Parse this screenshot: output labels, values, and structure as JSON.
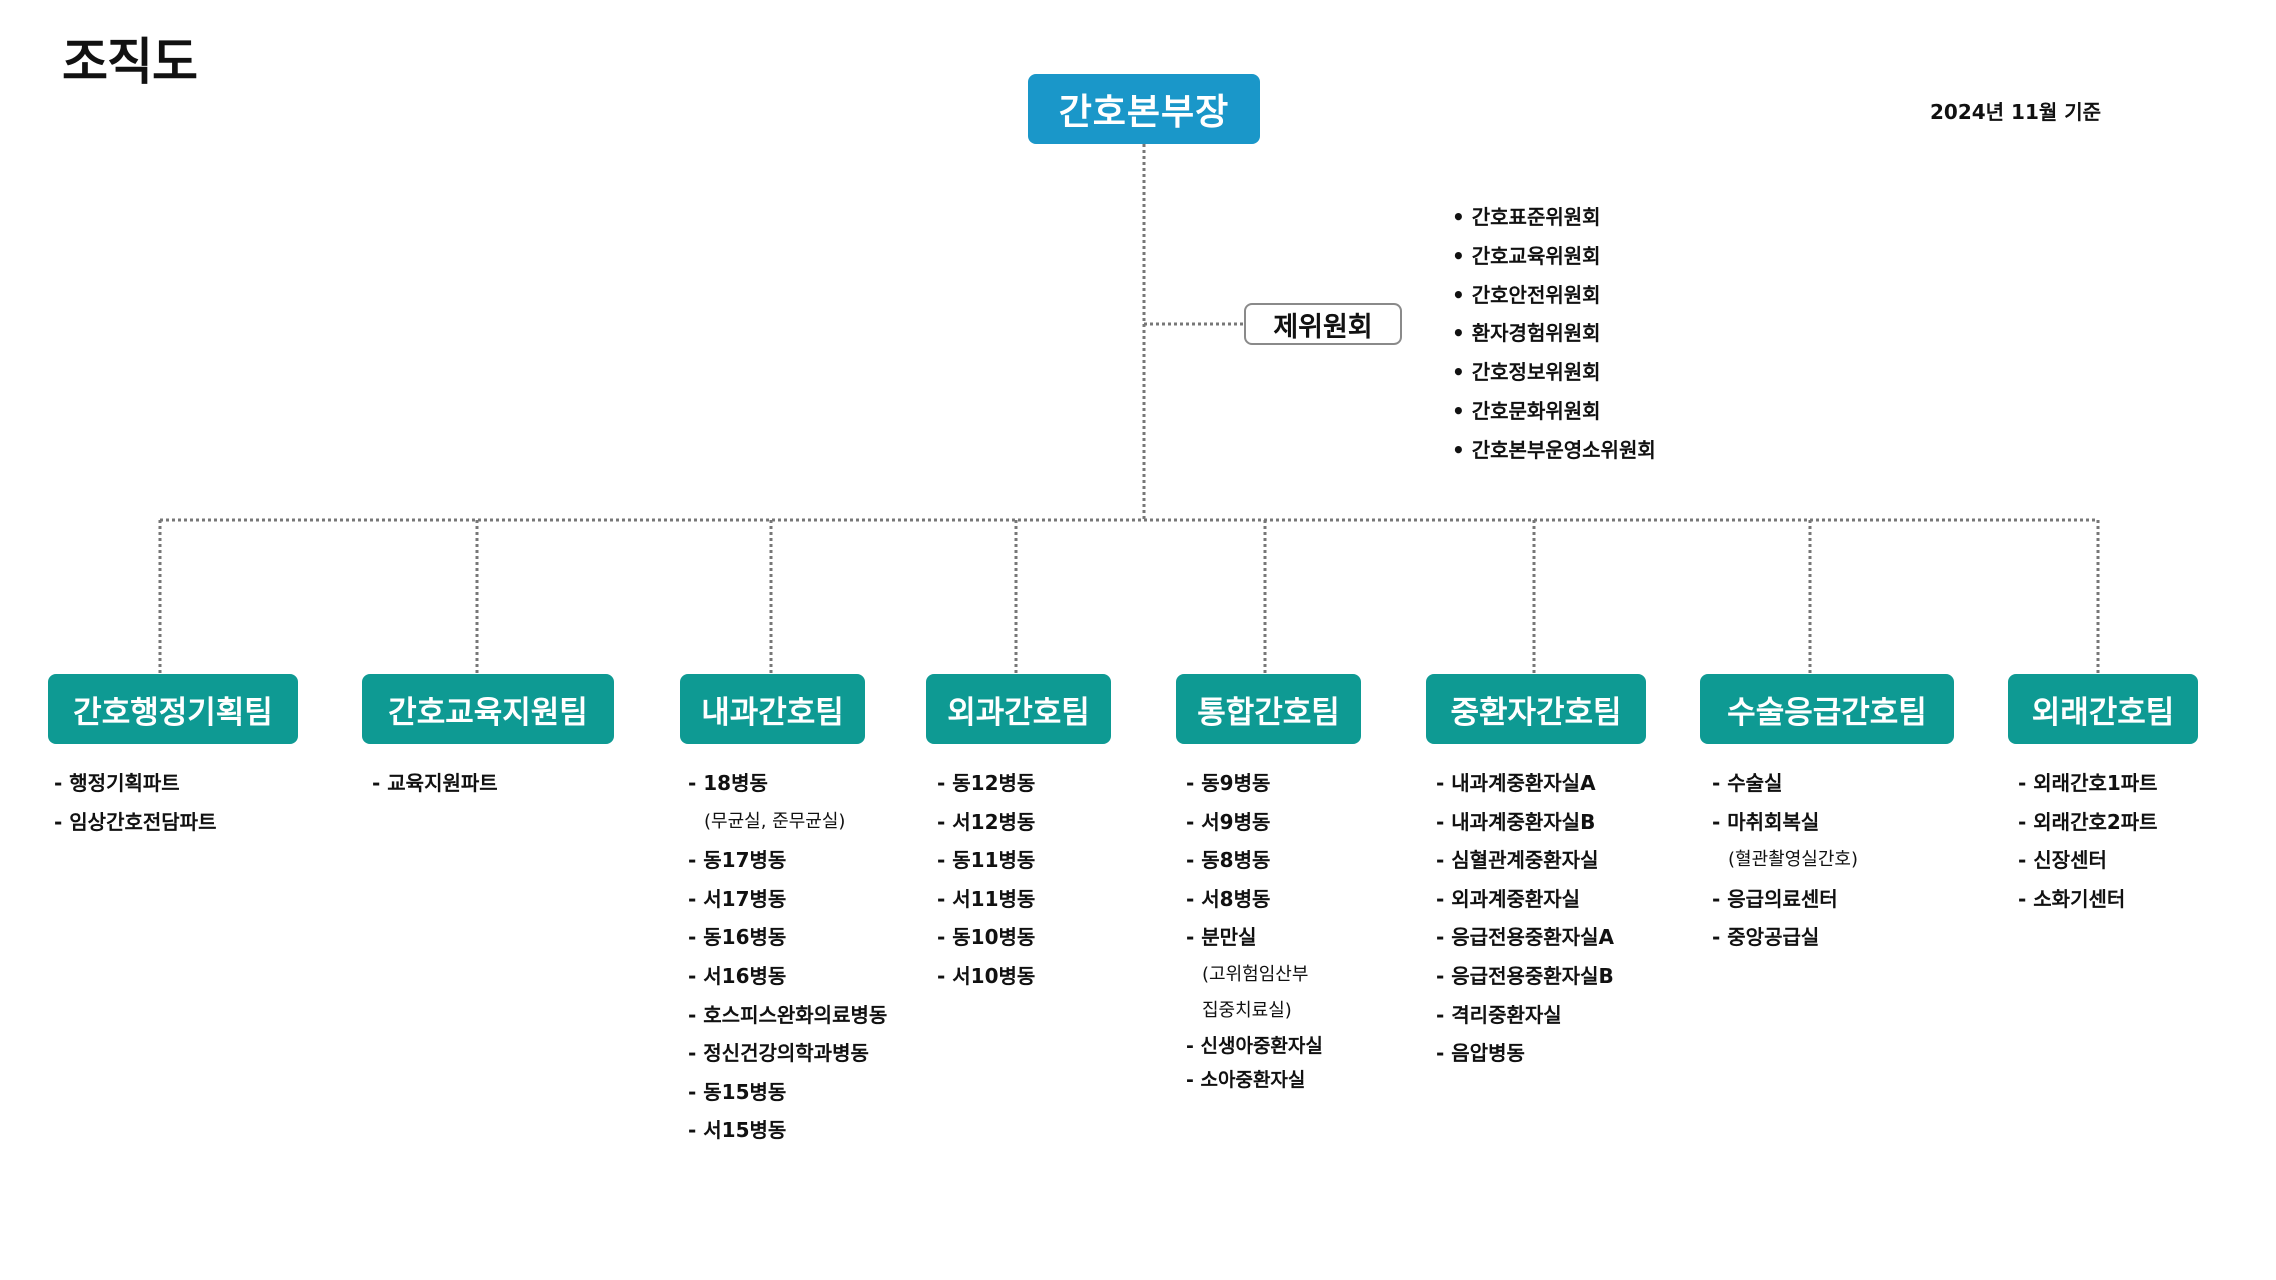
{
  "page": {
    "title": "조직도",
    "as_of": "2024년 11월 기준"
  },
  "head": {
    "label": "간호본부장"
  },
  "committee": {
    "label": "제위원회",
    "items": [
      "간호표준위원회",
      "간호교육위원회",
      "간호안전위원회",
      "환자경험위원회",
      "간호정보위원회",
      "간호문화위원회",
      "간호본부운영소위원회"
    ]
  },
  "colors": {
    "head_box": "#1a97c9",
    "team_box": "#0e9a93",
    "connector": "#777777"
  },
  "teams": [
    {
      "name": "간호행정기획팀",
      "items": [
        "행정기획파트",
        "임상간호전담파트"
      ]
    },
    {
      "name": "간호교육지원팀",
      "items": [
        "교육지원파트"
      ]
    },
    {
      "name": "내과간호팀",
      "items": [
        "18병동",
        "(무균실, 준무균실)",
        "동17병동",
        "서17병동",
        "동16병동",
        "서16병동",
        "호스피스완화의료병동",
        "정신건강의학과병동",
        "동15병동",
        "서15병동"
      ]
    },
    {
      "name": "외과간호팀",
      "items": [
        "동12병동",
        "서12병동",
        "동11병동",
        "서11병동",
        "동10병동",
        "서10병동"
      ]
    },
    {
      "name": "통합간호팀",
      "items": [
        "동9병동",
        "서9병동",
        "동8병동",
        "서8병동",
        "분만실",
        "(고위험임산부",
        "집중치료실)",
        "신생아중환자실",
        "소아중환자실"
      ]
    },
    {
      "name": "중환자간호팀",
      "items": [
        "내과계중환자실A",
        "내과계중환자실B",
        "심혈관계중환자실",
        "외과계중환자실",
        "응급전용중환자실A",
        "응급전용중환자실B",
        "격리중환자실",
        "음압병동"
      ]
    },
    {
      "name": "수술응급간호팀",
      "items": [
        "수술실",
        "마취회복실",
        "(혈관촬영실간호)",
        "응급의료센터",
        "중앙공급실"
      ]
    },
    {
      "name": "외래간호팀",
      "items": [
        "외래간호1파트",
        "외래간호2파트",
        "신장센터",
        "소화기센터"
      ]
    }
  ]
}
